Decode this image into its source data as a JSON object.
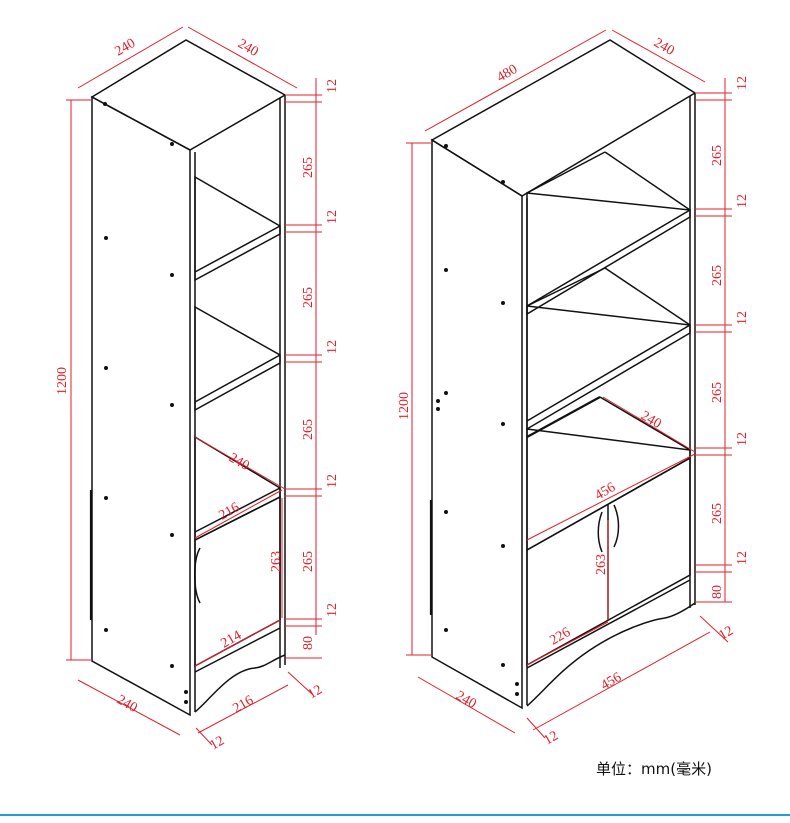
{
  "unit_label": "单位：mm(毫米)",
  "colors": {
    "line": "#111111",
    "dimension": "#e0202a",
    "rule": "#1f9fd4"
  },
  "left_cabinet": {
    "name": "single-column cabinet",
    "dims": {
      "top_left_depth": "240",
      "top_right_depth": "240",
      "height": "1200",
      "board_top": "12",
      "gap1": "265",
      "board2": "12",
      "gap2": "265",
      "board3": "12",
      "gap3": "265",
      "board4": "12",
      "gap4": "265",
      "board5": "12",
      "kick": "80",
      "inner_diag": "240",
      "inner_width": "216",
      "door_height": "263",
      "door_width": "214",
      "base_depth": "240",
      "base_width": "216",
      "side_right": "12",
      "side_left": "12"
    }
  },
  "right_cabinet": {
    "name": "double-column cabinet",
    "dims": {
      "top_width": "480",
      "top_depth": "240",
      "height": "1200",
      "board_top": "12",
      "gap1": "265",
      "board2": "12",
      "gap2": "265",
      "board3": "12",
      "gap3": "265",
      "board4": "12",
      "gap4": "265",
      "board5": "12",
      "kick": "80",
      "inner_diag": "240",
      "inner_width": "456",
      "door_height": "263",
      "door_width": "226",
      "base_depth": "240",
      "base_width": "456",
      "side_right": "12",
      "side_left": "12"
    }
  }
}
